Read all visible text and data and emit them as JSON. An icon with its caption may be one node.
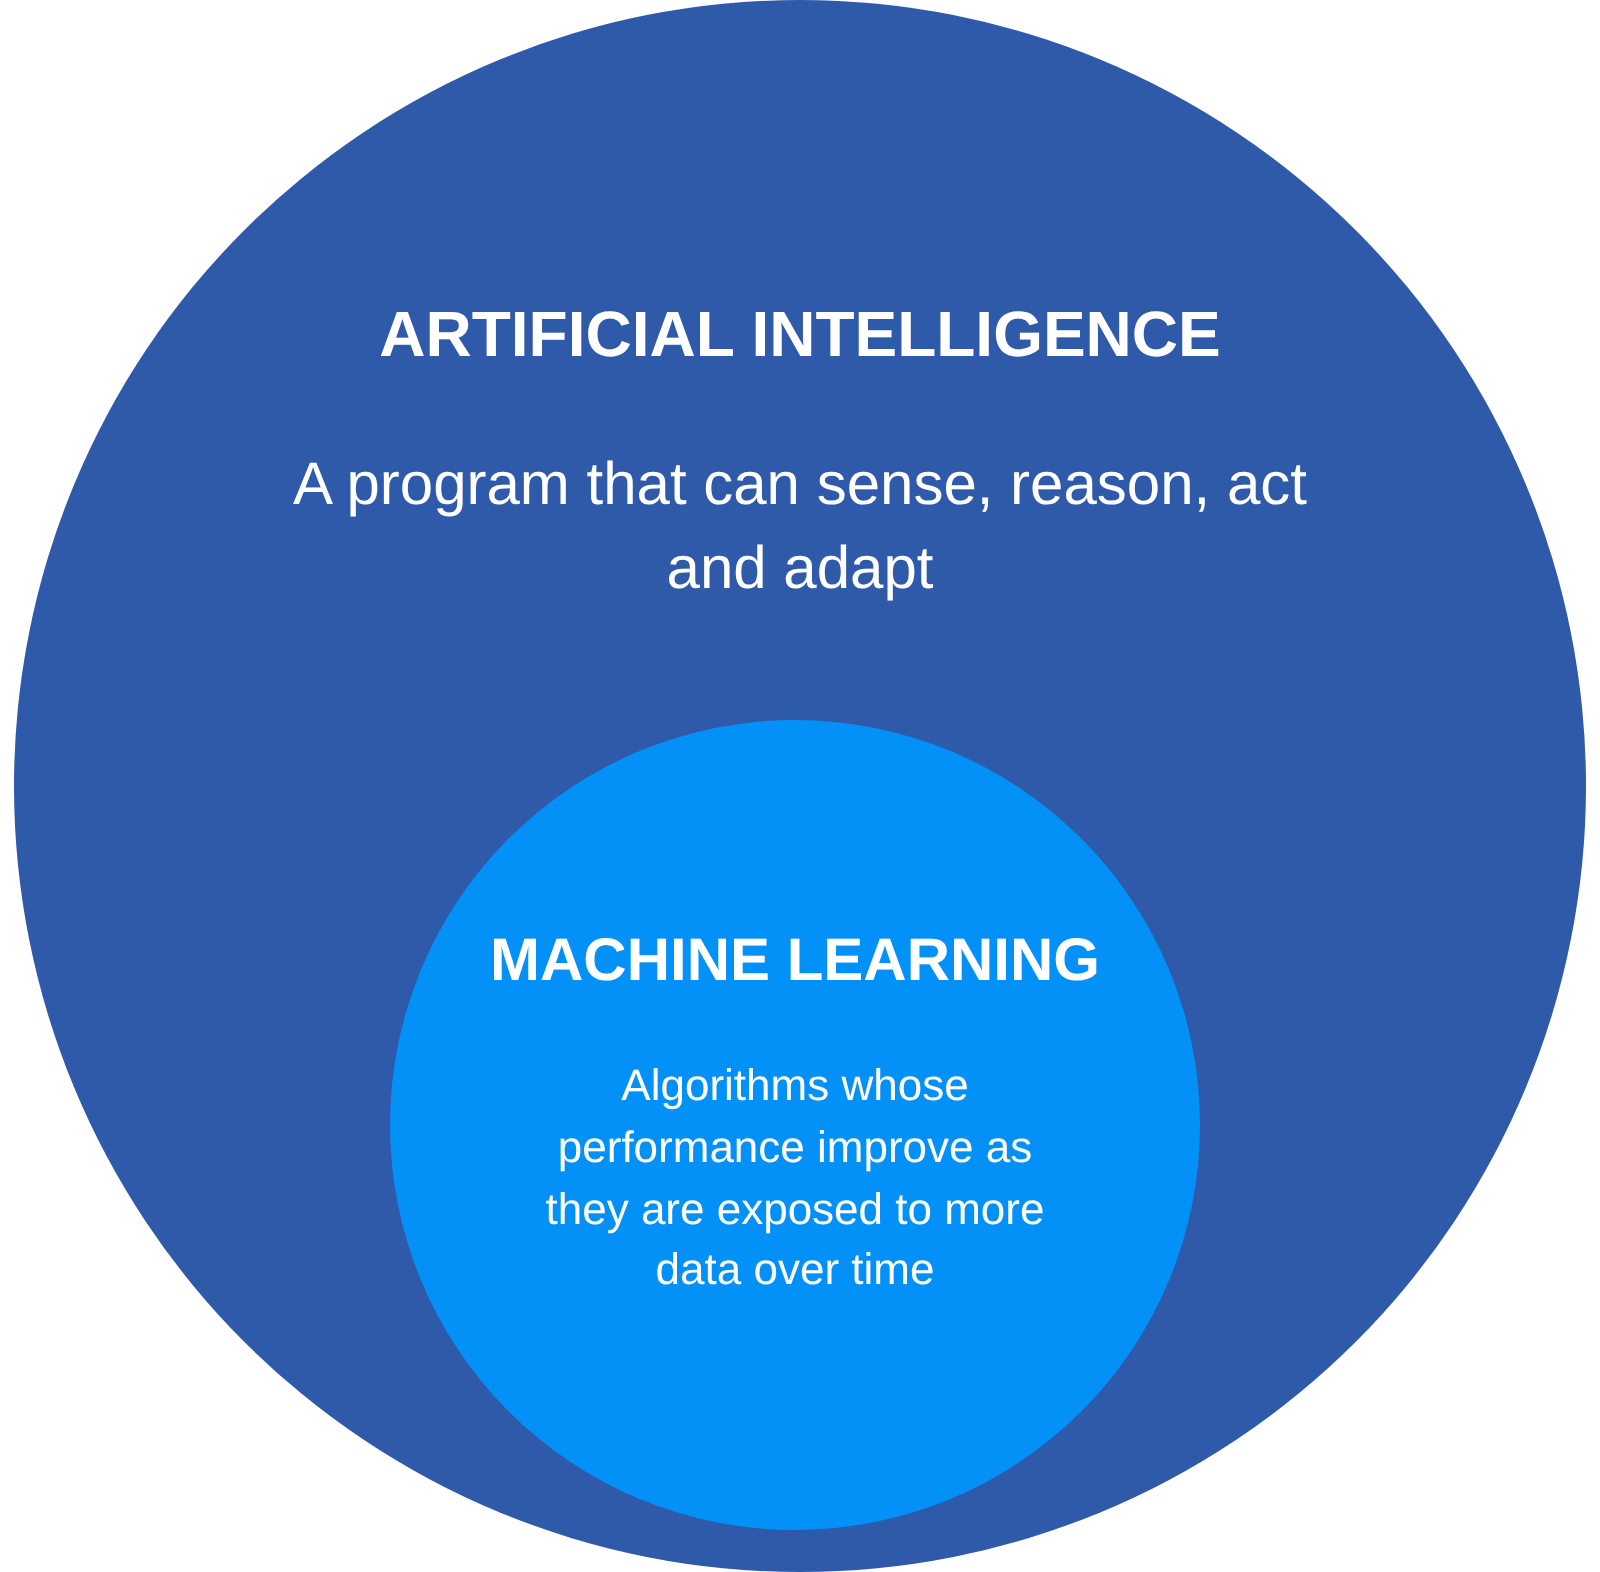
{
  "diagram": {
    "nodes": [
      {
        "text": [
          "ARTIFICIAL INTELLIGENCE",
          "A program that can sense, reason, act and adapt"
        ]
      },
      {
        "text": [
          "MACHINE LEARNING",
          "Algorithms whose performance improve as they are exposed to more data over time"
        ],
        "in": 0
      }
    ],
    "edges": []
  }
}
